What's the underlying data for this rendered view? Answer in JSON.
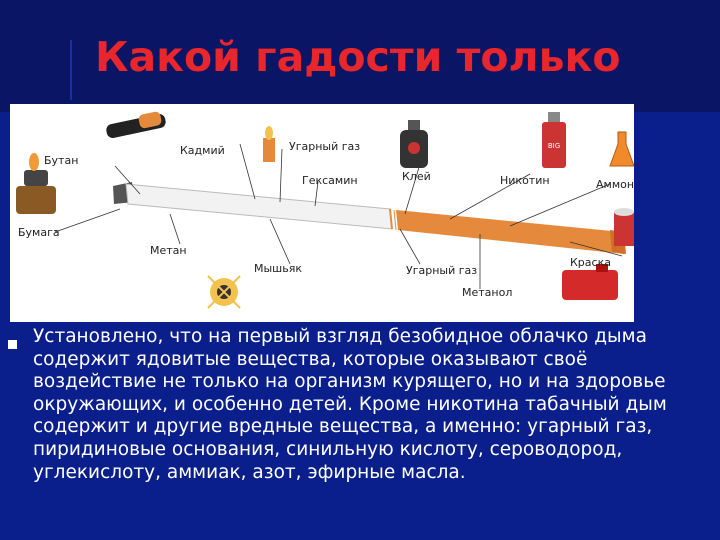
{
  "title": "Какой гадости только нет",
  "labels": {
    "butan": "Бутан",
    "kadmiy": "Кадмий",
    "ugarny_gaz_1": "Угарный газ",
    "kley": "Клей",
    "nikotin": "Никотин",
    "ammoniy": "Аммоний",
    "geksamin": "Гексамин",
    "bumaga": "Бумага",
    "metan": "Метан",
    "myshyak": "Мышьяк",
    "ugarny_gaz_2": "Угарный газ",
    "metanol": "Метанол",
    "kraska": "Краска",
    "extinguisher_text": "BIG"
  },
  "body": "Установлено, что на первый взгляд безобидное облачко дыма содержит ядовитые вещества, которые оказывают своё воздействие не только на организм курящего, но и на здоровье окружающих, и особенно детей. Кроме никотина табачный дым содержит и другие вредные вещества, а именно: угарный газ, пиридиновые основания, синильную кислоту, сероводород, углекислоту, аммиак, азот, эфирные масла.",
  "colors": {
    "background": "#0a1f8c",
    "title": "#e8262b",
    "text": "#ffffff",
    "cigarette_filter": "#e58a3c"
  }
}
